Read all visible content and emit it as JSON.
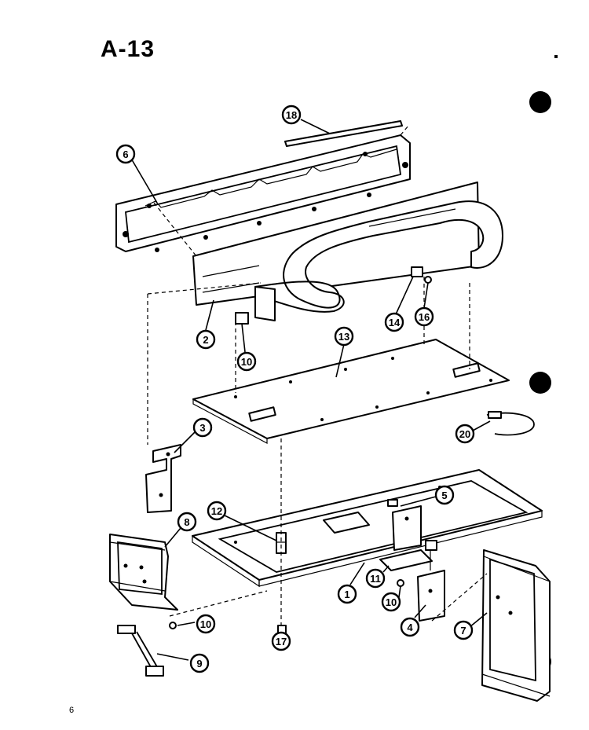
{
  "page": {
    "title": "A-13",
    "page_number": "6"
  },
  "callouts": [
    "18",
    "6",
    "2",
    "10",
    "14",
    "16",
    "13",
    "20",
    "3",
    "5",
    "12",
    "8",
    "1",
    "11",
    "10",
    "4",
    "7",
    "10",
    "17",
    "9"
  ],
  "colors": {
    "ink": "#000000",
    "paper": "#ffffff"
  }
}
